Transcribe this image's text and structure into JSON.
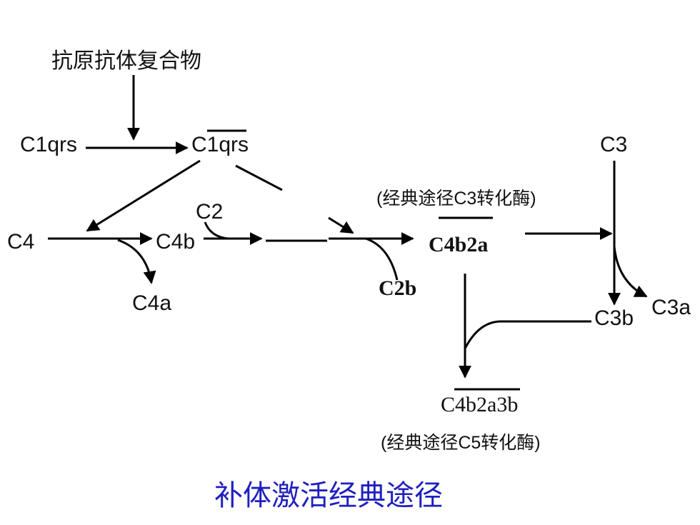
{
  "nodes": {
    "immune_complex": "抗原抗体复合物",
    "c1qrs": "C1qrs",
    "c1qrs_active": "C1qrs",
    "c3": "C3",
    "c4": "C4",
    "c2": "C2",
    "c4b": "C4b",
    "c4a": "C4a",
    "c4b2a": "C4b2a",
    "c2b": "C2b",
    "c3b": "C3b",
    "c3a": "C3a",
    "c4b2a3b": "C4b2a3b"
  },
  "notes": {
    "c3_convertase": "(经典途径C3转化酶)",
    "c5_convertase": "(经典途径C5转化酶)"
  },
  "title": "补体激活经典途径",
  "colors": {
    "title": "#1f1fbf",
    "ink": "#000000"
  }
}
